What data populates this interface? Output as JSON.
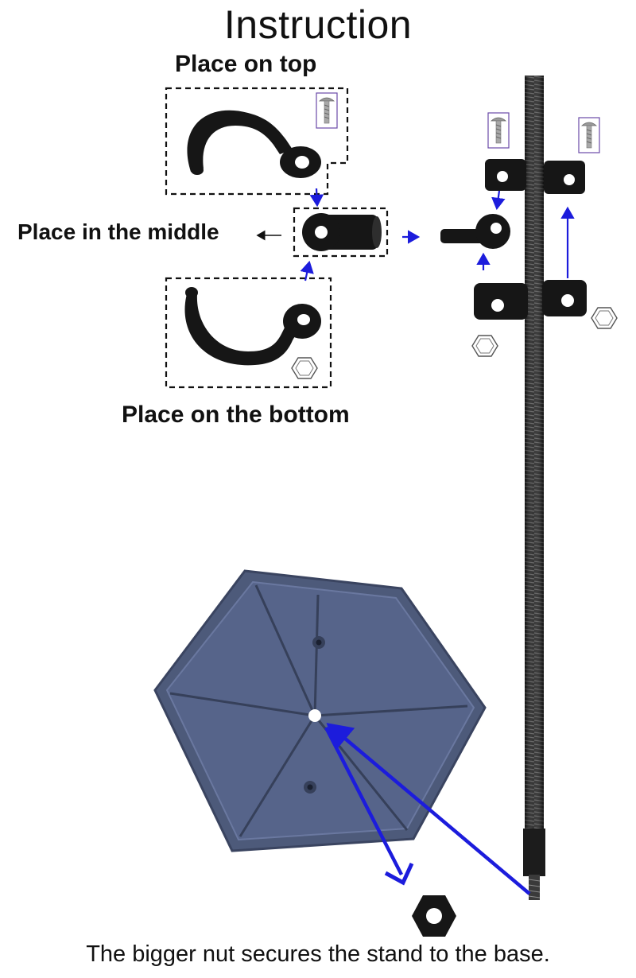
{
  "title": "Instruction",
  "labels": {
    "top": "Place on top",
    "middle": "Place in the middle",
    "bottom": "Place on the bottom"
  },
  "caption": "The bigger nut secures the stand to the base.",
  "colors": {
    "arrow": "#1c1cdc",
    "part": "#111111",
    "base": "#4d5a7a",
    "base_dark": "#36405a",
    "dashed_box": "#111111",
    "screw_box": "#6a4aa8"
  },
  "icons": [
    "screw-icon",
    "hex-nut-icon",
    "hook-icon",
    "pivot-connector-icon",
    "clamp-bracket-icon",
    "gooseneck-rod-icon",
    "hexagon-base-icon"
  ]
}
